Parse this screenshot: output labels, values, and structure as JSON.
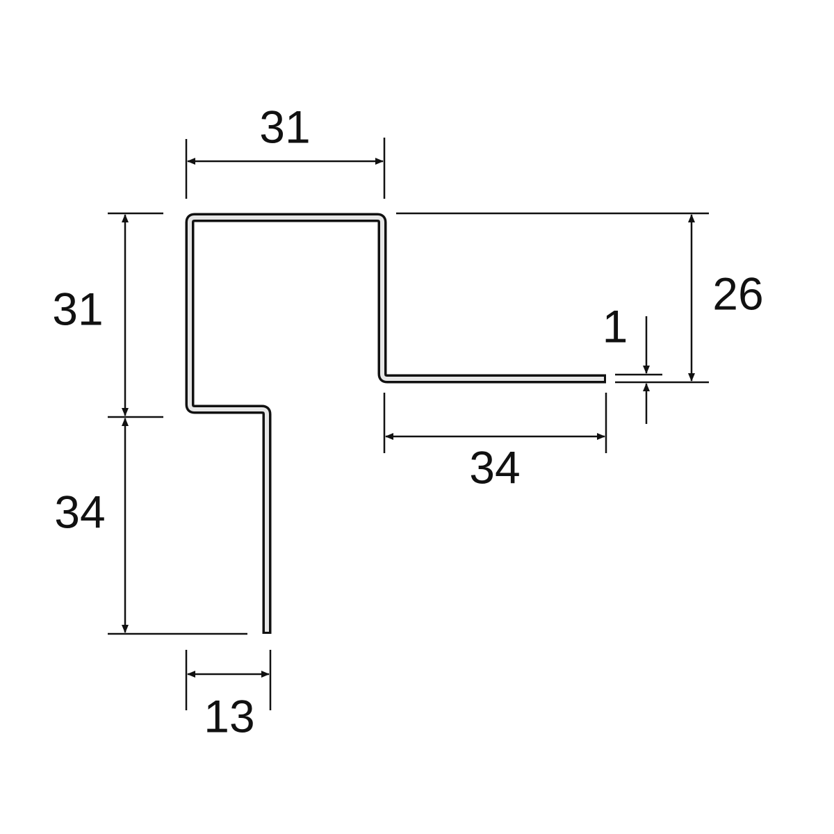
{
  "drawing": {
    "profile_colors": {
      "outline": "#111111",
      "fill": "#e6e6e6"
    },
    "dimensions": {
      "top_width": "31",
      "left_upper_height": "31",
      "left_lower_height": "34",
      "bottom_width": "13",
      "right_height": "26",
      "flange_length": "34",
      "thickness": "1"
    }
  }
}
